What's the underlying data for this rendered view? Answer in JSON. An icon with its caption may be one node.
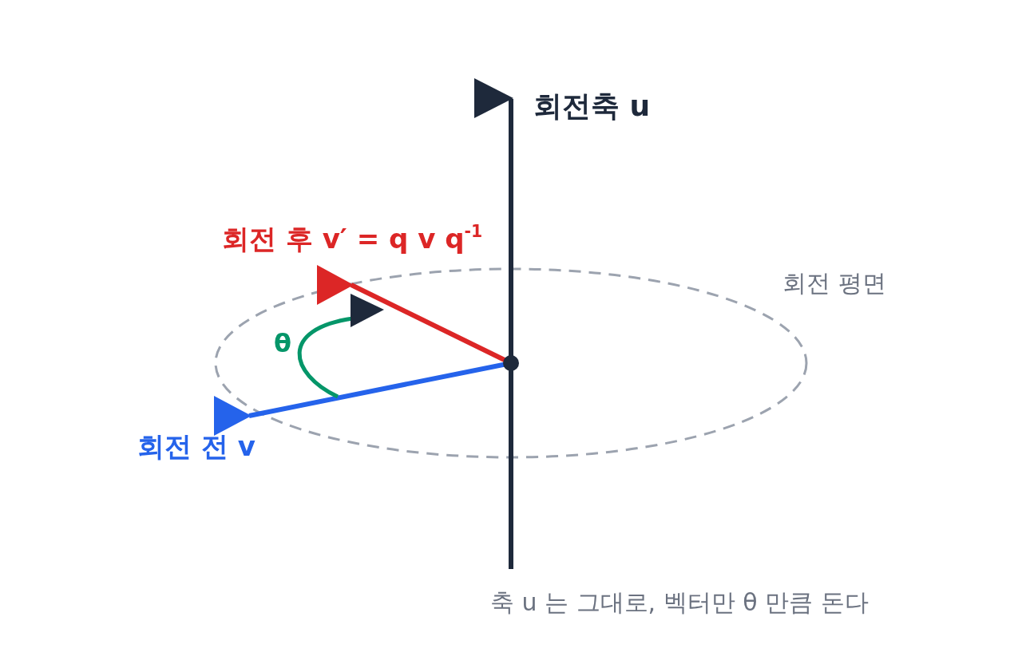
{
  "diagram": {
    "caption": "축 u 는 그대로, 벡터만 θ 만큼 돈다",
    "labels": [
      "회전축 u",
      "회전 후 v′ = q v q$^{-1}$",
      "회전 평면",
      "θ",
      "회전 전 v"
    ]
  }
}
